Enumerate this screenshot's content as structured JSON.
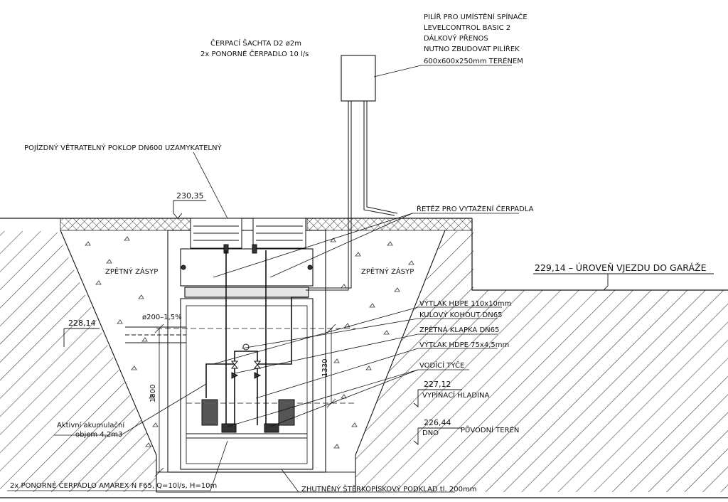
{
  "labels": {
    "shaft_title_1": "ČERPACÍ ŠACHTA D2 ø2m",
    "shaft_title_2": "2x PONORNÉ ČERPADLO 10 l/s",
    "pillar_1": "PILÍŘ PRO UMÍSTĚNÍ SPÍNAČE",
    "pillar_2": "LEVELCONTROL BASIC 2",
    "pillar_3": "DÁLKOVÝ PŘENOS",
    "pillar_4": "NUTNO ZBUDOVAT PILÍŘEK",
    "pillar_5": "600x600x250mm TERÉNEM",
    "cover": "POJÍZDNÝ VĚTRATELNÝ POKLOP DN600 UZAMYKATELNÝ",
    "chain": "ŘETĚZ PRO VYTAŽENÍ ČERPADLA",
    "garage_level": "229,14 – ÚROVEŇ VJEZDU DO GARÁŽE",
    "backfill_left": "ZPĚTNÝ ZÁSYP",
    "backfill_right": "ZPĚTNÝ ZÁSYP",
    "pipe_in": "ø200–1,5%",
    "discharge_110": "VÝTLAK HDPE 110x10mm",
    "ball_valve": "KULOVÝ KOHOUT DN65",
    "check_valve": "ZPĚTNÁ KLAPKA DN65",
    "discharge_75": "VÝTLAK HDPE 75x4,5mm",
    "guide_rods": "VODÍCÍ TYČE",
    "switch_off": "VYPÍNACÍ HLADINA",
    "bottom": "DNO",
    "original_terrain": "PŮVODNÍ TERÉN",
    "storage_1": "Aktivní akumulační",
    "storage_2": "objem 4,2m3",
    "pumps": "2x PONORNÉ ČERPADLO AMAREX N F65, Q=10l/s, H=10m",
    "gravel_bed": "ZHUTNĚNÝ ŠTĚRKOPÍSKOVÝ PODKLAD tl. 200mm"
  },
  "levels": {
    "terrain": "230,35",
    "inlet": "228,14",
    "switch_off": "227,12",
    "bottom": "226,44"
  },
  "dimensions": {
    "depth_total": "1800",
    "depth_shaft": "1330"
  }
}
